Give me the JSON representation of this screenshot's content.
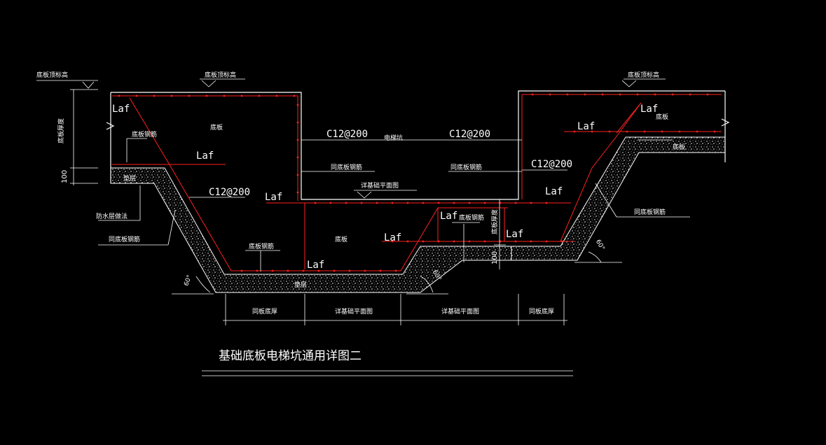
{
  "title": "基础底板电梯坑通用详图二",
  "colors": {
    "background": "#000000",
    "line": "#ffffff",
    "rebar": "#ff2020",
    "concrete": "#ffffff"
  },
  "labels": {
    "top_left_elev": "底板顶标高",
    "top_mid_elev": "底板顶标高",
    "top_right_elev": "底板顶标高",
    "left_thickness": "底板厚度",
    "dim_100": "100",
    "dim_100_right": "100",
    "slab_a": "底板",
    "slab_b": "底板",
    "pit_label": "电梯坑",
    "left_bottom_rebar": "底板钢筋",
    "same_bottom_rebar_left": "同底板钢筋",
    "same_bottom_rebar_mid": "同底板钢筋",
    "waterproof": "防水层做法",
    "same_bottom_rebar_low": "同底板钢筋",
    "pit_bottom_elev": "详基础平面图",
    "bottom_rebar_mid": "底板钢筋",
    "bottom_rebar_right": "底板钢筋",
    "right_thickness": "底板厚度",
    "same_bottom_rebar_right": "同底板钢筋",
    "right_bottom_rebar": "底板",
    "right_laf_label": "底板",
    "cushion": "垫层",
    "c12_1": "C12@200",
    "c12_2": "C12@200",
    "c12_3": "C12@200",
    "c12_4": "C12@200",
    "laf": "Laf",
    "angle_60": "60°",
    "dim_bottom_1": "同板底厚",
    "dim_bottom_2": "详基础平面图",
    "dim_bottom_3": "详基础平面图",
    "dim_bottom_4": "同板底厚"
  }
}
